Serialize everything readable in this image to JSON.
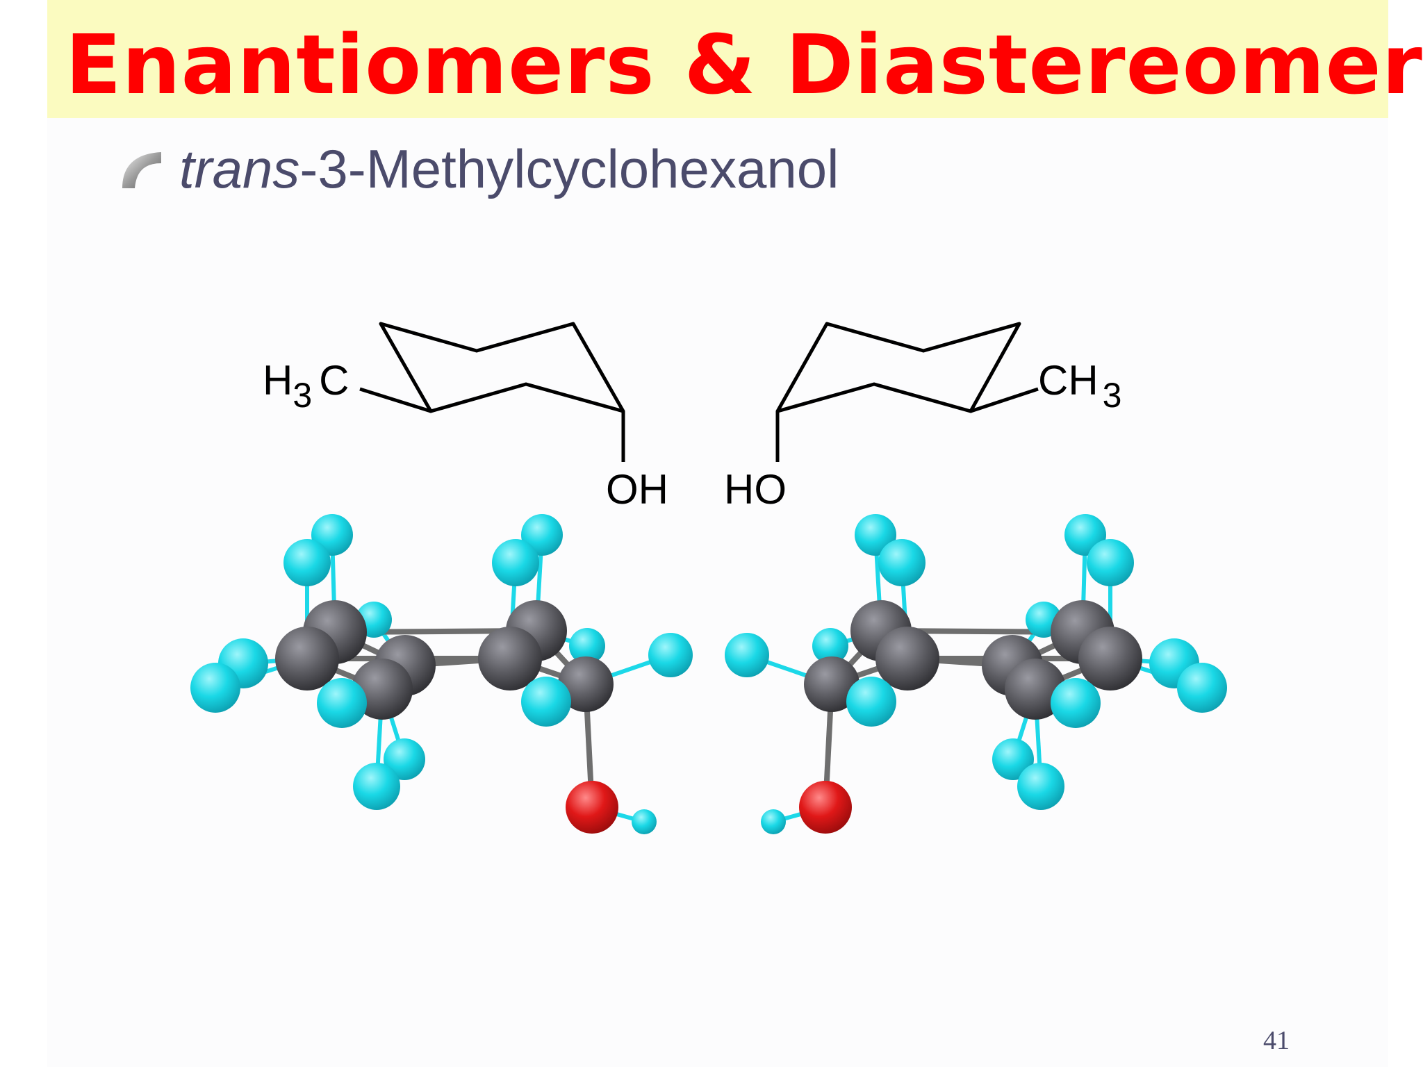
{
  "slide": {
    "title": "Enantiomers & Diastereomers",
    "bullet": {
      "prefix": "trans",
      "suffix": "-3-Methylcyclohexanol"
    },
    "page_number": "41"
  },
  "structure": {
    "left": {
      "methyl_H": "H",
      "methyl_sub": "3",
      "methyl_C": "C",
      "hydroxyl": "OH"
    },
    "right": {
      "methyl_C": "CH",
      "methyl_sub": "3",
      "hydroxyl": "HO"
    }
  },
  "colors": {
    "title": "#ff0000",
    "title_band": "#fbfbc0",
    "subtitle": "#4b4b6b",
    "carbon": "#606066",
    "hydrogen": "#1cd8e8",
    "oxygen": "#e01818",
    "bond": "#6e6e6e"
  }
}
